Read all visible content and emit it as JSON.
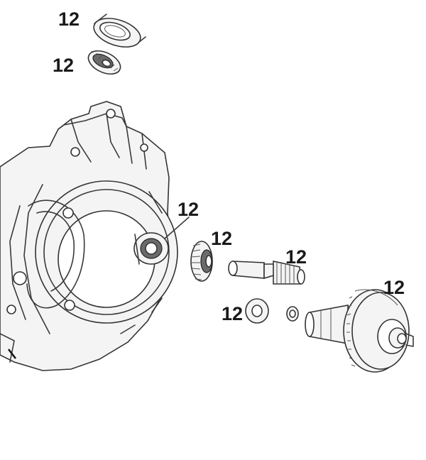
{
  "callouts": [
    {
      "id": "bearing-top",
      "label": "12"
    },
    {
      "id": "bevel-gear-top",
      "label": "12"
    },
    {
      "id": "housing-bearing",
      "label": "12"
    },
    {
      "id": "bevel-pinion",
      "label": "12"
    },
    {
      "id": "intermediate-shaft",
      "label": "12"
    },
    {
      "id": "washer",
      "label": "12"
    },
    {
      "id": "output-gear",
      "label": "12"
    }
  ]
}
